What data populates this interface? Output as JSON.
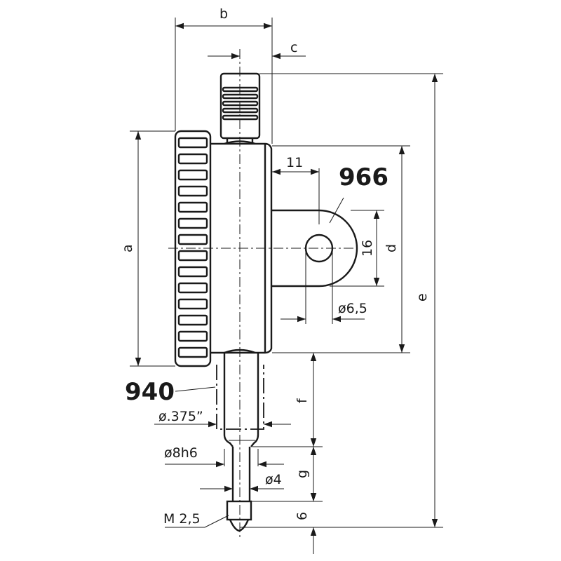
{
  "title_labels": {
    "model_966": "966",
    "model_940": "940"
  },
  "dimensions": {
    "a": "a",
    "b": "b",
    "c": "c",
    "d": "d",
    "e": "e",
    "f": "f",
    "g": "g",
    "lug_offset": "11",
    "lug_height": "16",
    "lug_hole": "ø6,5",
    "stem_375": "ø.375”",
    "stem_8h6": "ø8h6",
    "spindle_4": "ø4",
    "thread": "M 2,5",
    "tip_length": "6"
  }
}
